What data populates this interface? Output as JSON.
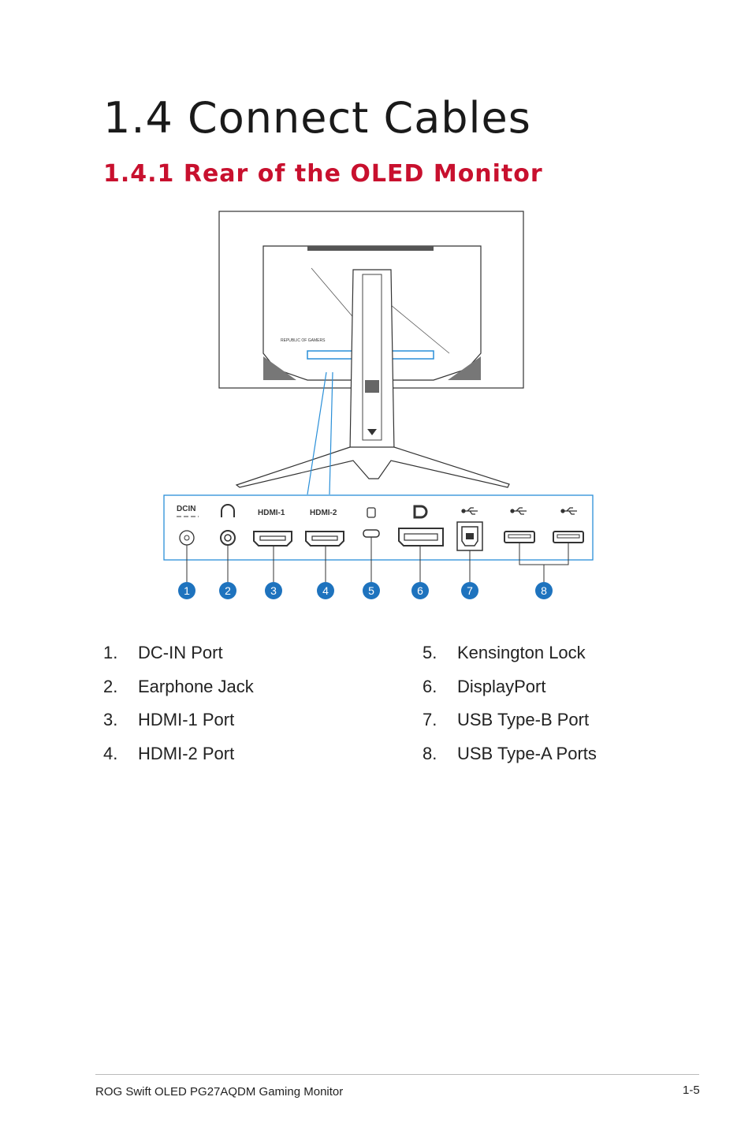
{
  "page": {
    "title": "1.4 Connect Cables",
    "subtitle": "1.4.1 Rear of the OLED Monitor"
  },
  "figure": {
    "brand": "REPUBLIC OF GAMERS",
    "port_labels": {
      "dcin": "DCIN",
      "hdmi1": "HDMI-1",
      "hdmi2": "HDMI-2"
    },
    "callouts": [
      "1",
      "2",
      "3",
      "4",
      "5",
      "6",
      "7",
      "8"
    ],
    "icons": [
      "headphone-icon",
      "kensington-lock-icon",
      "displayport-icon",
      "usb-icon"
    ]
  },
  "legend": {
    "left": [
      {
        "num": "1.",
        "label": "DC-IN Port"
      },
      {
        "num": "2.",
        "label": "Earphone Jack"
      },
      {
        "num": "3.",
        "label": "HDMI-1 Port"
      },
      {
        "num": "4.",
        "label": "HDMI-2 Port"
      }
    ],
    "right": [
      {
        "num": "5.",
        "label": "Kensington Lock"
      },
      {
        "num": "6.",
        "label": "DisplayPort"
      },
      {
        "num": "7.",
        "label": "USB Type-B Port"
      },
      {
        "num": "8.",
        "label": "USB Type-A Ports"
      }
    ]
  },
  "footer": {
    "product": "ROG Swift OLED PG27AQDM Gaming Monitor",
    "page_number": "1-5"
  },
  "colors": {
    "accent_red": "#c8102e",
    "callout_blue": "#1e73be",
    "highlight_blue": "#2a8fd8"
  }
}
